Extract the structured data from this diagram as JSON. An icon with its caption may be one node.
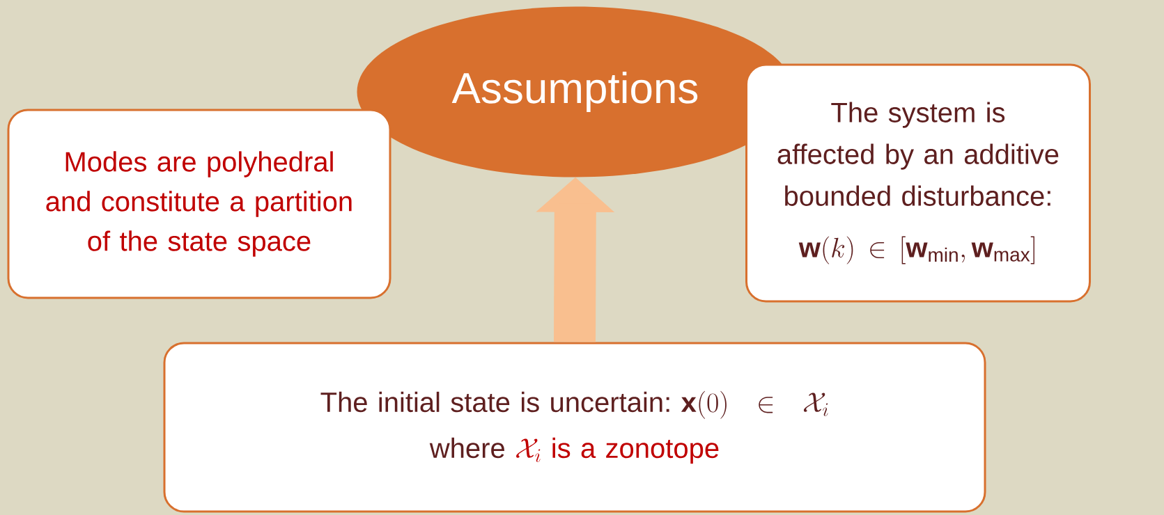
{
  "diagram": {
    "nodes": [
      {
        "text": [
          "Assumptions"
        ]
      },
      {
        "text": [
          "Modes are polyhedral and constitute a partition of the state space"
        ]
      },
      {
        "text": [
          "The system is affected by an additive bounded disturbance:",
          "\\mathbf{w}(k) \\in [\\mathbf{w}_{\\min}, \\mathbf{w}_{\\max}]"
        ]
      },
      {
        "text": [
          "The initial state is uncertain:",
          "\\mathbf{x}(0) \\in \\mathcal{X}_i",
          "where",
          "\\mathcal{X}_i",
          "is a zonotope"
        ]
      }
    ],
    "edges": [
      {
        "from": 3,
        "to": 0,
        "arrow": "to",
        "color": "#f9bf8f"
      }
    ]
  }
}
